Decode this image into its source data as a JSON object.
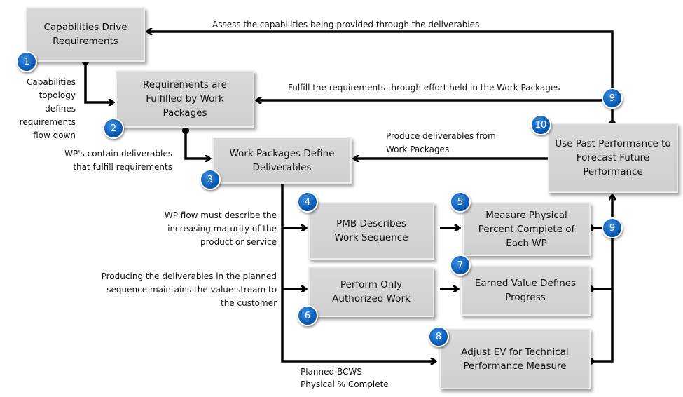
{
  "boxes": {
    "b1": "Capabilities Drive Requirements",
    "b2": "Requirements are Fulfilled by Work Packages",
    "b3": "Work Packages Define Deliverables",
    "b4": "PMB Describes Work Sequence",
    "b5": "Measure Physical Percent Complete of Each WP",
    "b6": "Perform Only Authorized Work",
    "b7": "Earned Value Defines Progress",
    "b8": "Adjust EV for Technical Performance Measure",
    "b10": "Use Past Performance to Forecast Future Performance"
  },
  "badges": {
    "n1": "1",
    "n2": "2",
    "n3": "3",
    "n4": "4",
    "n5": "5",
    "n6": "6",
    "n7": "7",
    "n8": "8",
    "n9a": "9",
    "n9b": "9",
    "n10": "10"
  },
  "labels": {
    "assess": "Assess the capabilities being provided through the deliverables",
    "fulfill": "Fulfill the requirements through effort held in the Work Packages",
    "produce": "Produce deliverables from Work Packages",
    "topology": "Capabilities topology defines requirements flow down",
    "wp_contain": "WP's contain deliverables that fulfill requirements",
    "wp_flow": "WP flow must describe the increasing maturity of the product or service",
    "producing": "Producing the deliverables in the planned sequence maintains the value stream to the customer",
    "planned": "Planned BCWS",
    "physical": "Physical % Complete"
  },
  "colors": {
    "badge": "#0b5cb5",
    "box": "#d4d4d4",
    "arrow": "#000000"
  }
}
